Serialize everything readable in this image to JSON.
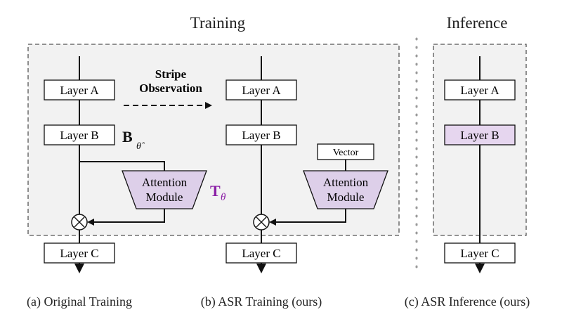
{
  "headings": {
    "training": "Training",
    "inference": "Inference"
  },
  "panel_a": {
    "layer_a": "Layer A",
    "layer_b": "Layer B",
    "layer_c": "Layer C",
    "attention_line1": "Attention",
    "attention_line2": "Module",
    "param_b_main": "B",
    "param_b_sub": "θ̂",
    "param_t_main": "T",
    "param_t_sub": "θ",
    "caption": "(a) Original Training"
  },
  "stripe": {
    "line1": "Stripe",
    "line2": "Observation"
  },
  "panel_b": {
    "layer_a": "Layer A",
    "layer_b": "Layer B",
    "layer_c": "Layer C",
    "vector": "Vector",
    "attention_line1": "Attention",
    "attention_line2": "Module",
    "caption": "(b) ASR Training (ours)"
  },
  "panel_c": {
    "layer_a": "Layer A",
    "layer_b": "Layer B",
    "layer_c": "Layer C",
    "caption": "(c) ASR Inference (ours)"
  },
  "colors": {
    "panel_fill": "#f2f2f2",
    "attention_fill": "#ddcfe9",
    "layer_b_inference_fill": "#e6d6ef",
    "theta_purple": "#8b1fa6",
    "line": "#111111"
  }
}
